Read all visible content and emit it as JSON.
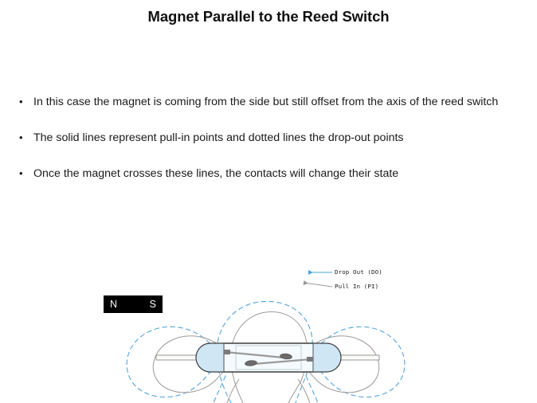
{
  "slide": {
    "title": "Magnet Parallel to the Reed Switch",
    "background_color": "#ffffff",
    "bullets": [
      {
        "marker": "•",
        "text": "In this case the magnet is coming from  the side but still offset from the axis of the reed switch"
      },
      {
        "marker": "•",
        "text": "The solid lines represent pull-in points and dotted lines the drop-out points"
      },
      {
        "marker": "•",
        "text": "Once the magnet crosses these lines, the contacts will change their state"
      }
    ]
  },
  "figure": {
    "name": "reed-switch-magnetic-field-diagram",
    "magnet": {
      "north_label": "N",
      "south_label": "S",
      "body_color": "#000000",
      "text_color": "#ffffff"
    },
    "callouts": [
      {
        "id": "drop-out",
        "label": "Drop Out (DO)",
        "line_color": "#4aa8d8",
        "style": "dashed",
        "arrow": "left"
      },
      {
        "id": "pull-in",
        "label": "Pull In (PI)",
        "line_color": "#8c8c8c",
        "style": "solid",
        "arrow": "left"
      }
    ],
    "colors": {
      "drop_out_curve": "#5aa9dd",
      "pull_in_curve": "#a09a96",
      "capsule_fill": "#cfe6f5",
      "capsule_body": "#f2f8fc",
      "capsule_outline": "#3c3c3c",
      "lead_fill": "#fbfbfa",
      "lead_outline": "#8c8c8c",
      "blade_fill": "#6b6b6b"
    },
    "components": [
      "left-lead-wire",
      "right-lead-wire",
      "glass-capsule",
      "left-end-cap",
      "right-end-cap",
      "upper-reed-blade",
      "lower-reed-blade",
      "left-pull-in-lobe",
      "center-pull-in-lobe",
      "right-pull-in-lobe",
      "left-drop-out-lobe",
      "center-drop-out-lobe",
      "right-drop-out-lobe"
    ]
  }
}
